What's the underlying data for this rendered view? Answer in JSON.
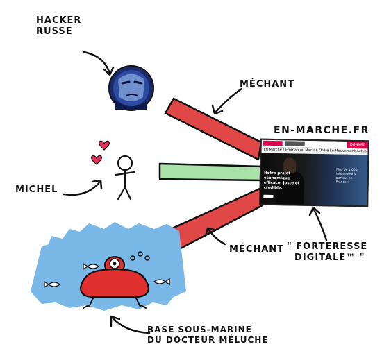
{
  "labels": {
    "hacker": "HACKER\nRUSSE",
    "michel": "MICHEL",
    "site": "EN-MARCHE.FR",
    "mechant_top": "MÉCHANT",
    "mechant_bottom": "MÉCHANT",
    "forteresse": "\" FORTERESSE\n  DIGITALE™ \"",
    "base": "BASE SOUS-MARINE\nDU DOCTEUR MÉLUCHE"
  },
  "screenshot": {
    "donate": "DONNEZ",
    "nav": "En Marche !   Emmanuel Macron  Ordre  Le Mouvement  Actualités",
    "headline": "Notre projet économique : efficace, juste et crédible.",
    "side_text": "Plus de 1 000 informations partout en France !"
  },
  "colors": {
    "red_arrow": "#e04848",
    "green_arrow": "#a8e2a8",
    "water": "#7ab8e8",
    "submarine": "#e03030",
    "hearts": "#e8305a",
    "hacker_orb": "#1f3a86"
  }
}
